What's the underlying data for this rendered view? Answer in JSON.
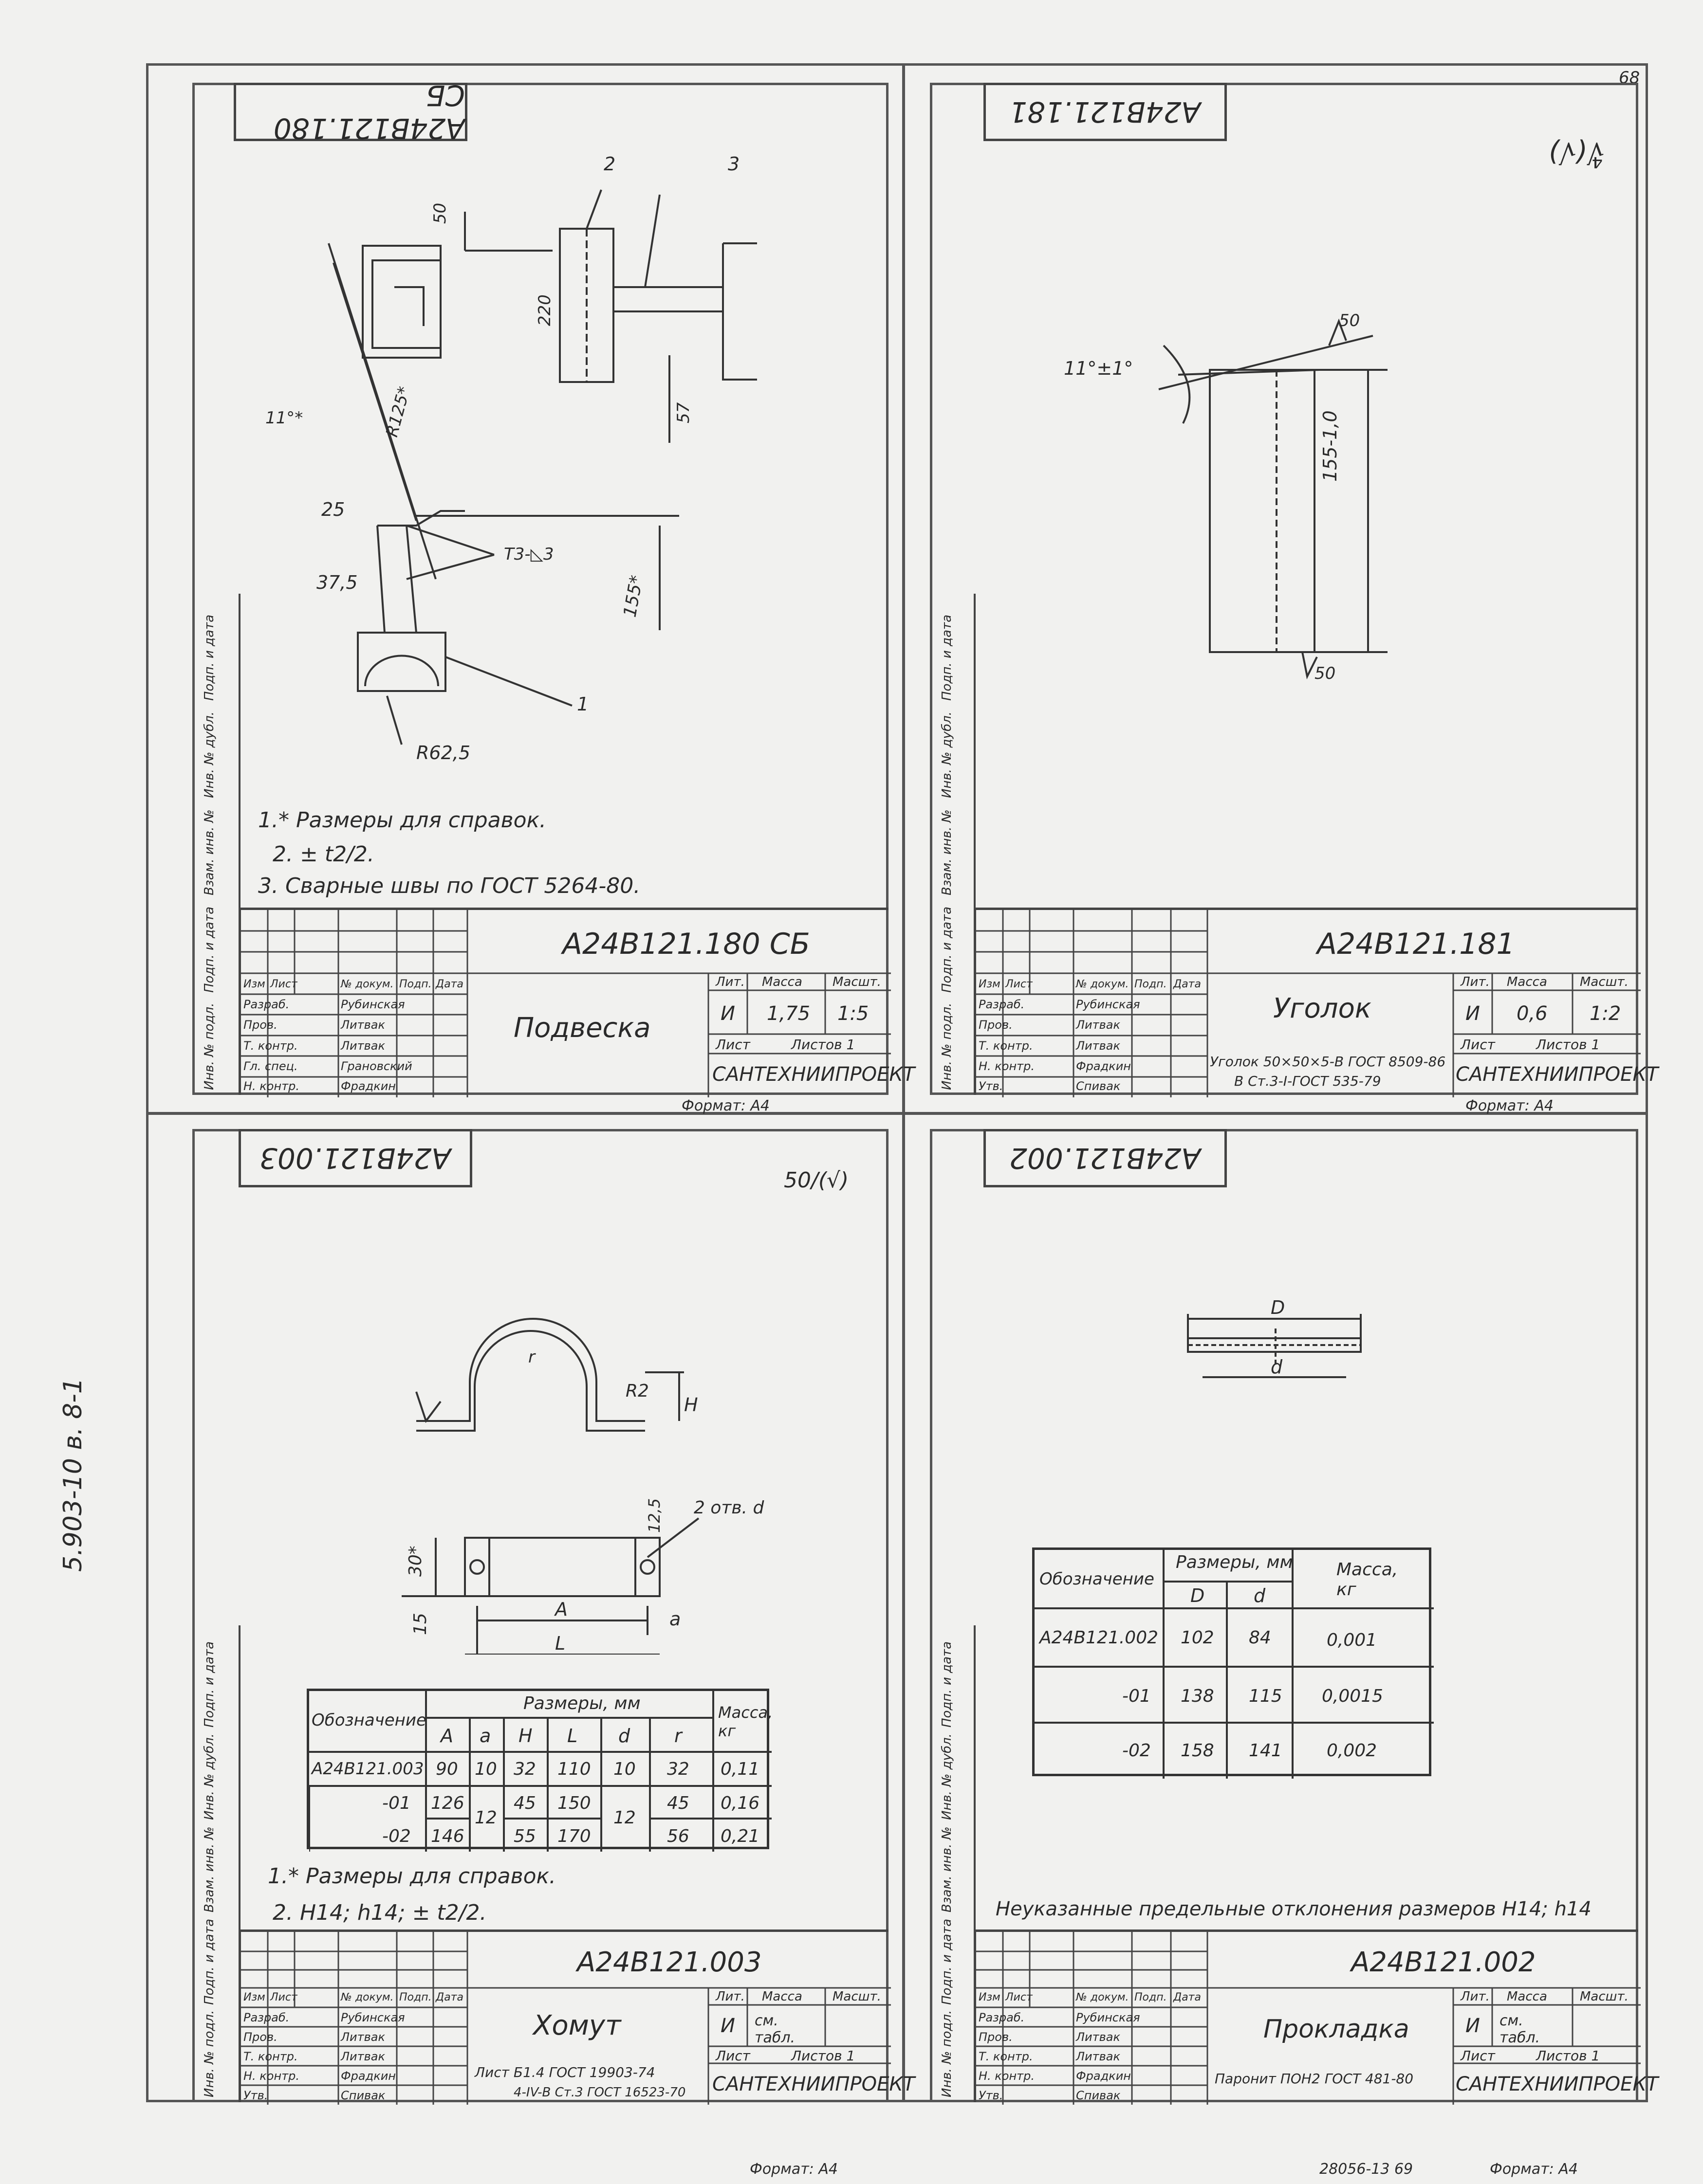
{
  "page_ref": "68",
  "series_code": "5.903-10 в. 8-1",
  "footer_code": "28056-13   69",
  "common": {
    "gost_roles": [
      "Изм",
      "Лист",
      "№ докум.",
      "Подп.",
      "Дата"
    ],
    "roles": [
      "Разраб.",
      "Пров.",
      "Т. контр.",
      "Гл. спец.",
      "Н. контр.",
      "Утв."
    ],
    "sidebar": [
      "Инв. № подл.",
      "Подп. и дата",
      "Взам. инв. №",
      "Инв. № дубл.",
      "Подп. и дата"
    ],
    "lit_label": "Лит.",
    "mass_label": "Масса",
    "scale_label": "Масшт.",
    "sheet_label": "Лист",
    "sheets_label": "Листов 1",
    "org": "САНТЕХНИИПРОЕКТ",
    "format": "Формат: А4",
    "names": [
      "Рубинская",
      "Литвак",
      "Литвак",
      "Грановский",
      "Фрадкин",
      "Спивак"
    ]
  },
  "q1": {
    "tag": "А24В121.180 СБ",
    "code": "А24В121.180 СБ",
    "title": "Подвеска",
    "lit": "И",
    "mass": "1,75",
    "scale": "1:5",
    "notes": [
      "1.* Размеры для справок.",
      "2. ± t2/2.",
      "3. Сварные швы по ГОСТ 5264-80."
    ],
    "dims": {
      "d50": "50",
      "d220": "220",
      "d57": "57",
      "d25": "25",
      "d37": "37,5",
      "d155": "155*",
      "r125": "R125*",
      "r62": "R62,5",
      "ang": "11°*",
      "weld": "Т3-◺3",
      "p1": "1",
      "p2": "2",
      "p3": "3"
    }
  },
  "q2": {
    "tag": "А24В121.181",
    "code": "А24В121.181",
    "title": "Уголок",
    "lit": "И",
    "mass": "0,6",
    "scale": "1:2",
    "material_1": "Уголок 50×50×5-В ГОСТ 8509-86",
    "material_2": "В Ст.3-I-ГОСТ 535-79",
    "roughness": "∜(√)",
    "dims": {
      "ang": "11°±1°",
      "len": "155-1,0",
      "r50a": "50",
      "r50b": "50"
    }
  },
  "q3": {
    "tag": "А24В121.003",
    "code": "А24В121.003",
    "title": "Хомут",
    "lit": "И",
    "mass": "см. табл.",
    "material_1": "Лист Б1.4 ГОСТ 19903-74",
    "material_2": "4-IV-В Ст.3 ГОСТ 16523-70",
    "roughness": "50/(√)",
    "notes": [
      "1.* Размеры для справок.",
      "2. H14; h14; ± t2/2."
    ],
    "dims": {
      "r": "r",
      "r2": "R2",
      "h": "H",
      "d30": "30*",
      "d15": "15",
      "d125": "12,5",
      "holes": "2 отв. d",
      "a_big": "A",
      "a_small": "a",
      "l": "L"
    },
    "table": {
      "header_group": "Размеры, мм",
      "col_desig": "Обозначение",
      "col_mass": "Масса, кг",
      "cols": [
        "A",
        "a",
        "H",
        "L",
        "d",
        "r"
      ],
      "rows": [
        {
          "desig": "А24В121.003",
          "A": "90",
          "a": "10",
          "H": "32",
          "L": "110",
          "d": "10",
          "r": "32",
          "mass": "0,11"
        },
        {
          "desig": "-01",
          "A": "126",
          "a": "12",
          "H": "45",
          "L": "150",
          "d": "12",
          "r": "45",
          "mass": "0,16"
        },
        {
          "desig": "-02",
          "A": "146",
          "H": "55",
          "L": "170",
          "r": "56",
          "mass": "0,21"
        }
      ]
    }
  },
  "q4": {
    "tag": "А24В121.002",
    "code": "А24В121.002",
    "title": "Прокладка",
    "lit": "И",
    "mass": "см. табл.",
    "material_1": "Паронит ПОН2 ГОСТ 481-80",
    "note": "Неуказанные предельные отклонения размеров H14; h14",
    "dims": {
      "D": "D",
      "d": "d"
    },
    "table": {
      "header_group": "Размеры, мм",
      "col_desig": "Обозначение",
      "col_mass": "Масса, кг",
      "cols": [
        "D",
        "d"
      ],
      "rows": [
        {
          "desig": "А24В121.002",
          "D": "102",
          "d": "84",
          "mass": "0,001"
        },
        {
          "desig": "-01",
          "D": "138",
          "d": "115",
          "mass": "0,0015"
        },
        {
          "desig": "-02",
          "D": "158",
          "d": "141",
          "mass": "0,002"
        }
      ]
    }
  }
}
